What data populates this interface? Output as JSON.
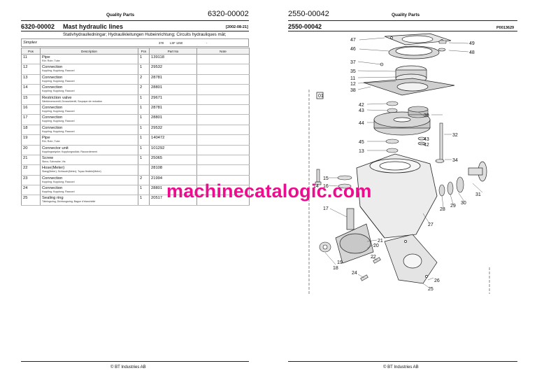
{
  "left_page": {
    "header_label": "Quality Parts",
    "header_number": "6320-00002",
    "section": {
      "code": "6320-00002",
      "title": "Mast hydraulic lines",
      "date": "[2002-08-21]",
      "subtitle": "Stativhydraulledningar; Hydraulikleitungen Hubeinrichtung; Circuits hydrauliques mât;"
    },
    "variant": {
      "label": "Simplex",
      "s1": "378",
      "s2": "LSF 1250",
      "s3": "-"
    },
    "table": {
      "columns": [
        "Pos",
        "Description",
        "Pcs",
        "Part No",
        "Note"
      ],
      "rows": [
        {
          "pos": "11",
          "desc": "Pipe",
          "sub": "Rör; Rohr; Tube",
          "pcs": "1",
          "part": "139118"
        },
        {
          "pos": "12",
          "desc": "Connection",
          "sub": "Koppling; Kupplung; Raccord",
          "pcs": "1",
          "part": "29532"
        },
        {
          "pos": "13",
          "desc": "Connection",
          "sub": "Koppling; Kupplung; Raccord",
          "pcs": "2",
          "part": "28781"
        },
        {
          "pos": "14",
          "desc": "Connection",
          "sub": "Koppling; Kupplung; Raccord",
          "pcs": "2",
          "part": "28801"
        },
        {
          "pos": "15",
          "desc": "Restriction valve",
          "sub": "Sänkbromsventil; Drosselventil; Soupape de reduction",
          "pcs": "1",
          "part": "29671"
        },
        {
          "pos": "16",
          "desc": "Connection",
          "sub": "Koppling; Kupplung; Raccord",
          "pcs": "1",
          "part": "28781"
        },
        {
          "pos": "17",
          "desc": "Connection",
          "sub": "Koppling; Kupplung; Raccord",
          "pcs": "1",
          "part": "28801"
        },
        {
          "pos": "18",
          "desc": "Connection",
          "sub": "Koppling; Kupplung; Raccord",
          "pcs": "1",
          "part": "29532"
        },
        {
          "pos": "19",
          "desc": "Pipe",
          "sub": "Rör; Rohr; Tube",
          "pcs": "1",
          "part": "140472"
        },
        {
          "pos": "20",
          "desc": "Connector unit",
          "sub": "Kopplingsstycke; Kupplungsstück; Raccordement",
          "pcs": "1",
          "part": "101292"
        },
        {
          "pos": "21",
          "desc": "Screw",
          "sub": "Skruv; Schraube; Vis",
          "pcs": "1",
          "part": "25065"
        },
        {
          "pos": "22",
          "desc": "Hose(Meter)",
          "sub": "Slang(Meter); Schlauch(Meter); Tuyau flexible(Metre)",
          "pcs": "",
          "part": "28108"
        },
        {
          "pos": "23",
          "desc": "Connection",
          "sub": "Koppling; Kupplung; Raccord",
          "pcs": "2",
          "part": "21994"
        },
        {
          "pos": "24",
          "desc": "Connection",
          "sub": "Koppling; Kupplung; Raccord",
          "pcs": "1",
          "part": "28801"
        },
        {
          "pos": "25",
          "desc": "Sealing ring",
          "sub": "Tätningsring; Dichtungsring; Bague d'étanchéité",
          "pcs": "1",
          "part": "20517"
        }
      ]
    },
    "footer": "© BT Industries AB"
  },
  "right_page": {
    "header_number": "2550-00042",
    "header_label": "Quality Parts",
    "section_code": "2550-00042",
    "drawing_ref": "P0013629",
    "box_label": "01",
    "callouts": [
      "47",
      "46",
      "49",
      "48",
      "37",
      "35",
      "11",
      "12",
      "38",
      "42",
      "43",
      "39",
      "44",
      "43",
      "42",
      "32",
      "45",
      "13",
      "34",
      "15",
      "14",
      "16",
      "31",
      "30",
      "29",
      "28",
      "17",
      "27",
      "21",
      "20",
      "22",
      "19",
      "18",
      "24",
      "26",
      "25"
    ],
    "footer": "© BT Industries AB"
  },
  "watermark": "machinecatalogic.com",
  "colors": {
    "watermark": "#ec0d8e",
    "rule": "#222222"
  }
}
